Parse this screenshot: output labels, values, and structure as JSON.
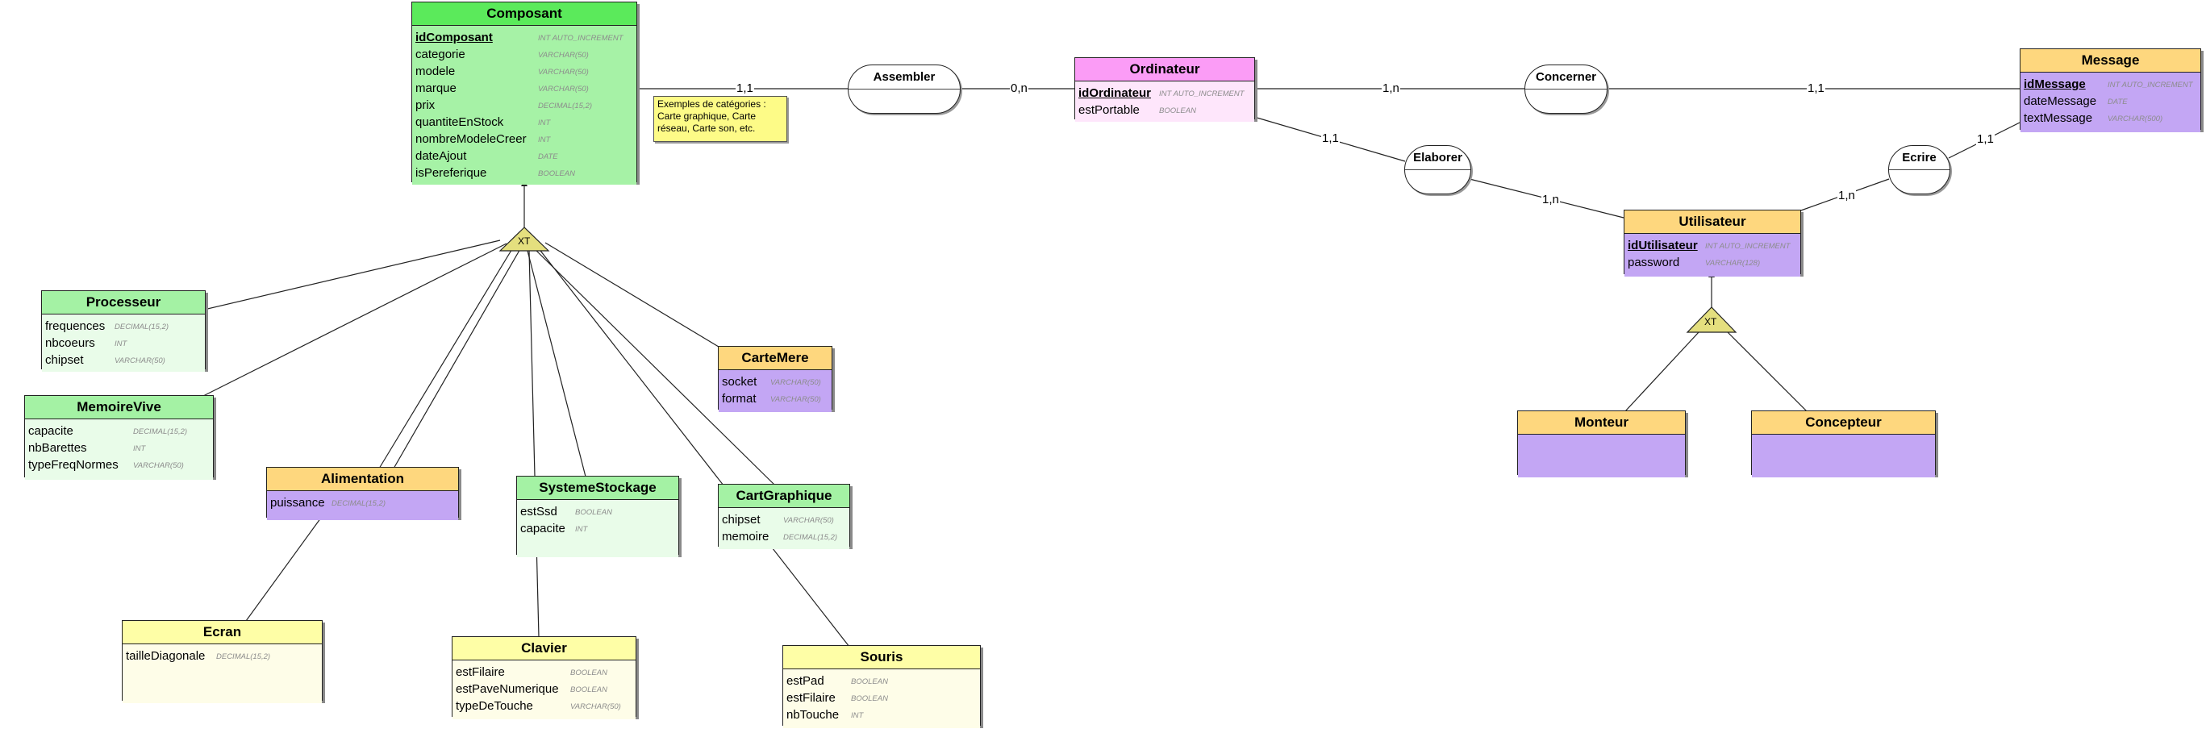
{
  "entities": {
    "composant": {
      "name": "Composant",
      "attributes": [
        {
          "name": "idComposant",
          "type": "INT AUTO_INCREMENT"
        },
        {
          "name": "categorie",
          "type": "VARCHAR(50)"
        },
        {
          "name": "modele",
          "type": "VARCHAR(50)"
        },
        {
          "name": "marque",
          "type": "VARCHAR(50)"
        },
        {
          "name": "prix",
          "type": "DECIMAL(15,2)"
        },
        {
          "name": "quantiteEnStock",
          "type": "INT"
        },
        {
          "name": "nombreModeleCreer",
          "type": "INT"
        },
        {
          "name": "dateAjout",
          "type": "DATE"
        },
        {
          "name": "isPereferique",
          "type": "BOOLEAN"
        }
      ]
    },
    "ordinateur": {
      "name": "Ordinateur",
      "attributes": [
        {
          "name": "idOrdinateur",
          "type": "INT AUTO_INCREMENT"
        },
        {
          "name": "estPortable",
          "type": "BOOLEAN"
        }
      ]
    },
    "message": {
      "name": "Message",
      "attributes": [
        {
          "name": "idMessage",
          "type": "INT AUTO_INCREMENT"
        },
        {
          "name": "dateMessage",
          "type": "DATE"
        },
        {
          "name": "textMessage",
          "type": "VARCHAR(500)"
        }
      ]
    },
    "utilisateur": {
      "name": "Utilisateur",
      "attributes": [
        {
          "name": "idUtilisateur",
          "type": "INT AUTO_INCREMENT"
        },
        {
          "name": "password",
          "type": "VARCHAR(128)"
        }
      ]
    },
    "processeur": {
      "name": "Processeur",
      "attributes": [
        {
          "name": "frequences",
          "type": "DECIMAL(15,2)"
        },
        {
          "name": "nbcoeurs",
          "type": "INT"
        },
        {
          "name": "chipset",
          "type": "VARCHAR(50)"
        }
      ]
    },
    "memoirevive": {
      "name": "MemoireVive",
      "attributes": [
        {
          "name": "capacite",
          "type": "DECIMAL(15,2)"
        },
        {
          "name": "nbBarettes",
          "type": "INT"
        },
        {
          "name": "typeFreqNormes",
          "type": "VARCHAR(50)"
        }
      ]
    },
    "alimentation": {
      "name": "Alimentation",
      "attributes": [
        {
          "name": "puissance",
          "type": "DECIMAL(15,2)"
        }
      ]
    },
    "systemestockage": {
      "name": "SystemeStockage",
      "attributes": [
        {
          "name": "estSsd",
          "type": "BOOLEAN"
        },
        {
          "name": "capacite",
          "type": "INT"
        }
      ]
    },
    "cartgraphique": {
      "name": "CartGraphique",
      "attributes": [
        {
          "name": "chipset",
          "type": "VARCHAR(50)"
        },
        {
          "name": "memoire",
          "type": "DECIMAL(15,2)"
        }
      ]
    },
    "cartemere": {
      "name": "CarteMere",
      "attributes": [
        {
          "name": "socket",
          "type": "VARCHAR(50)"
        },
        {
          "name": "format",
          "type": "VARCHAR(50)"
        }
      ]
    },
    "ecran": {
      "name": "Ecran",
      "attributes": [
        {
          "name": "tailleDiagonale",
          "type": "DECIMAL(15,2)"
        }
      ]
    },
    "clavier": {
      "name": "Clavier",
      "attributes": [
        {
          "name": "estFilaire",
          "type": "BOOLEAN"
        },
        {
          "name": "estPaveNumerique",
          "type": "BOOLEAN"
        },
        {
          "name": "typeDeTouche",
          "type": "VARCHAR(50)"
        }
      ]
    },
    "souris": {
      "name": "Souris",
      "attributes": [
        {
          "name": "estPad",
          "type": "BOOLEAN"
        },
        {
          "name": "estFilaire",
          "type": "BOOLEAN"
        },
        {
          "name": "nbTouche",
          "type": "INT"
        }
      ]
    },
    "monteur": {
      "name": "Monteur",
      "attributes": []
    },
    "concepteur": {
      "name": "Concepteur",
      "attributes": []
    }
  },
  "associations": {
    "assembler": "Assembler",
    "concerner": "Concerner",
    "elaborer": "Elaborer",
    "ecrire": "Ecrire"
  },
  "cardinalities": {
    "composant_assembler": "1,1",
    "assembler_ordinateur": "0,n",
    "ordinateur_concerner": "1,n",
    "concerner_message": "1,1",
    "ordinateur_elaborer": "1,1",
    "elaborer_utilisateur": "1,n",
    "utilisateur_ecrire": "1,n",
    "ecrire_message": "1,1"
  },
  "inheritance": {
    "composant_label": "XT",
    "utilisateur_label": "XT"
  },
  "note": {
    "lines": [
      "Exemples de catégories :",
      "Carte graphique, Carte",
      "réseau, Carte son, etc."
    ]
  }
}
